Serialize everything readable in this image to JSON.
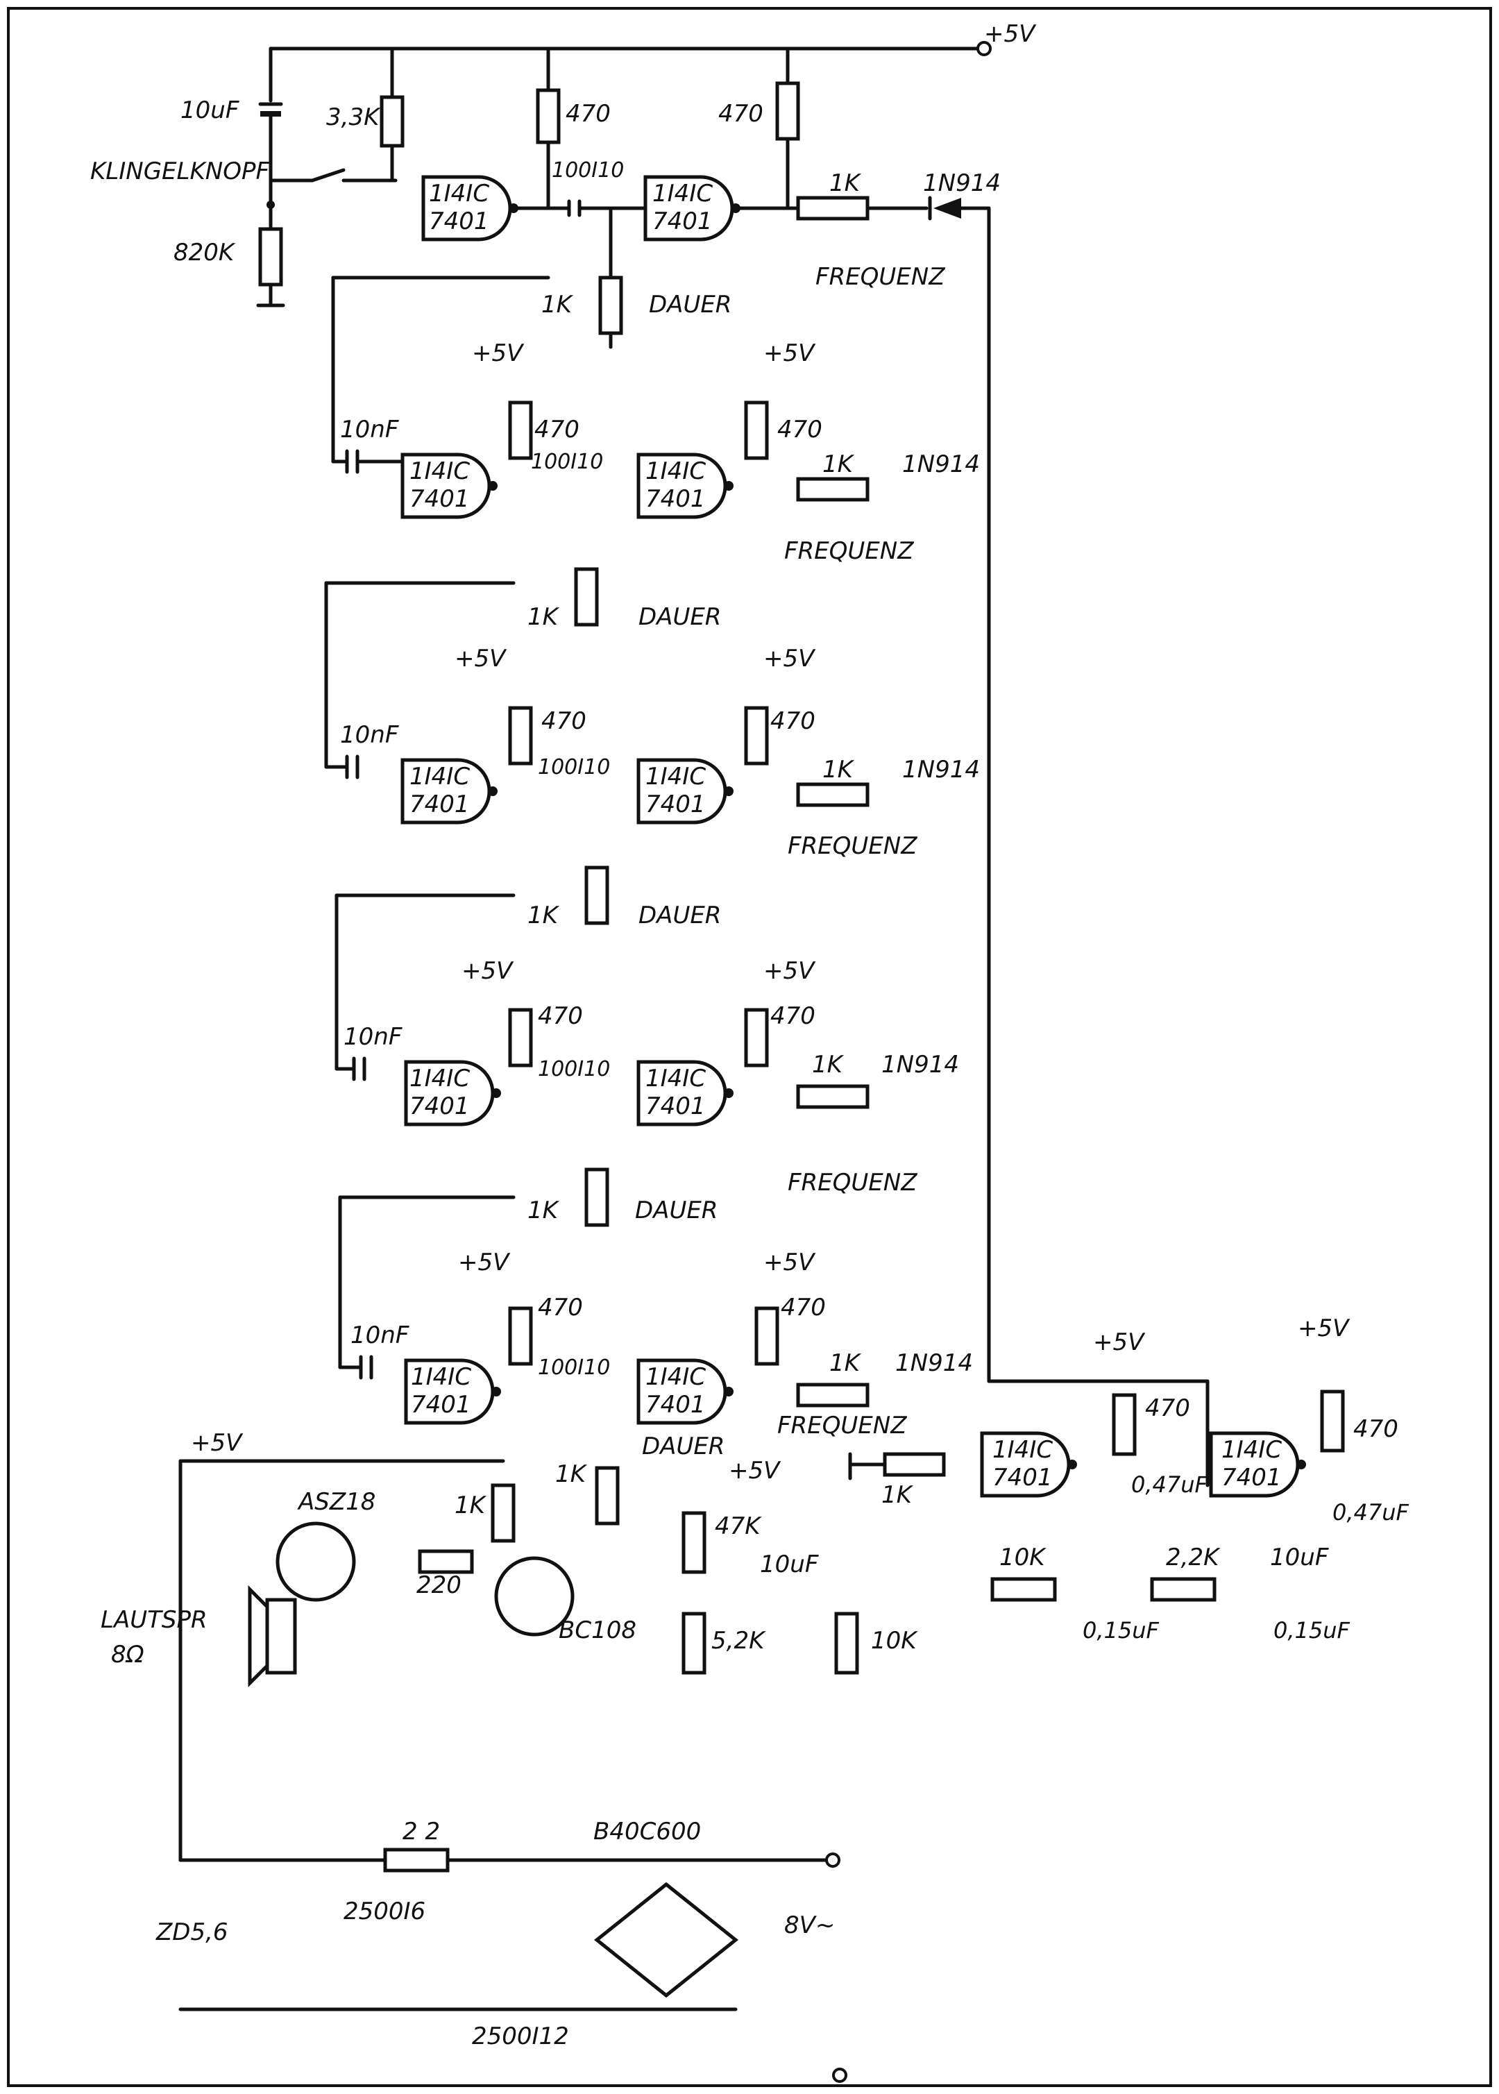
{
  "labels": {
    "supply_top": "+5V",
    "cap_10uf_top": "10uF",
    "res_3k3": "3,3K",
    "res_470": "470",
    "klingelknopf": "KLINGELKNOPF",
    "res_820k": "820K",
    "cap_100_10": "100I10",
    "pot_1k": "1K",
    "dauer": "DAUER",
    "frequenz": "FREQUENZ",
    "diode_main": "1N914",
    "diode_alt": "1N914",
    "cap_10nf": "10nF",
    "vcc": "+5V",
    "ic_line1": "1I4IC",
    "ic_line2": "7401",
    "cap_047": "0,47uF",
    "res_1k": "1K",
    "asz18": "ASZ18",
    "bc108": "BC108",
    "res_220": "220",
    "res_47k": "47K",
    "res_5k2": "5,2K",
    "cap_10uf": "10uF",
    "pot_10k": "10K",
    "res_10k": "10K",
    "res_2k2": "2,2K",
    "cap_015": "0,15uF",
    "lautspr": "LAUTSPR",
    "lautspr_ohm": "8Ω",
    "zd": "ZD5,6",
    "res_22": "2 2",
    "cap_2500_6": "2500I6",
    "cap_2500_12": "2500I12",
    "bridge": "B40C600",
    "ac_in": "8V~"
  }
}
